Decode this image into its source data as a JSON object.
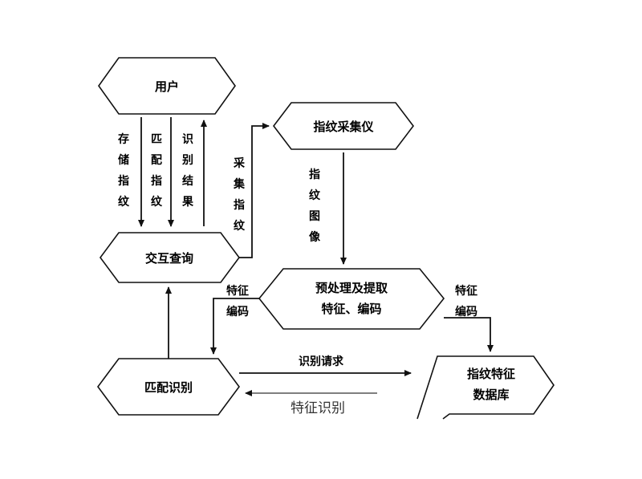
{
  "nodes": {
    "user": "用户",
    "interactive_query": "交互查询",
    "fingerprint_collector": "指纹采集仪",
    "preprocess_line1": "预处理及提取",
    "preprocess_line2": "特征、编码",
    "match_recognition": "匹配识别",
    "database_line1": "指纹特征",
    "database_line2": "数据库"
  },
  "edges": {
    "store_fingerprint": [
      "存",
      "储",
      "指",
      "纹"
    ],
    "match_fingerprint": [
      "匹",
      "配",
      "指",
      "纹"
    ],
    "recognition_result": [
      "识",
      "别",
      "结",
      "果"
    ],
    "collect_fingerprint": [
      "采",
      "集",
      "指",
      "纹"
    ],
    "fingerprint_image": [
      "指",
      "纹",
      "图",
      "像"
    ],
    "feature_encoding_left": [
      "特征",
      "编码"
    ],
    "feature_encoding_right": [
      "特征",
      "编码"
    ],
    "recognition_request": "识别请求",
    "feature_recognition": "特征识别"
  }
}
